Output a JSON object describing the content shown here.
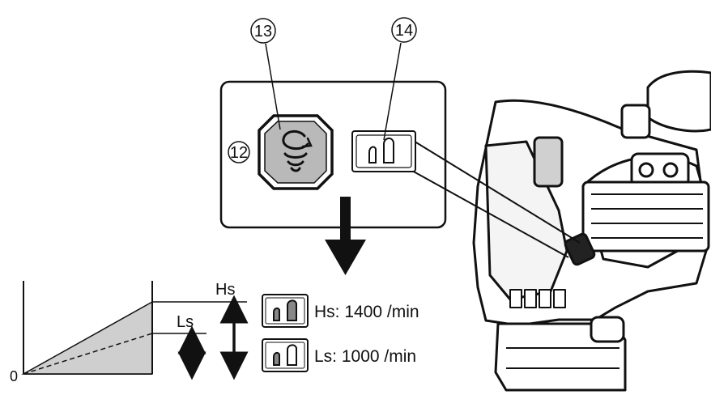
{
  "callouts": {
    "left": "12",
    "top_left": "13",
    "top_right": "14"
  },
  "graph": {
    "origin_label": "0",
    "high_label": "Hs",
    "low_label": "Ls"
  },
  "speeds": [
    {
      "label": "Hs: 1400 /min"
    },
    {
      "label": "Ls: 1000 /min"
    }
  ],
  "icons": {
    "rotation_mode": "rotation-spiral-icon",
    "speed_mode": "speed-bars-icon",
    "tool": "rotary-hammer-drill-icon"
  },
  "colors": {
    "ink": "#111111",
    "fill_gray": "#cfcfcf",
    "button_gray": "#b9b9b9"
  }
}
